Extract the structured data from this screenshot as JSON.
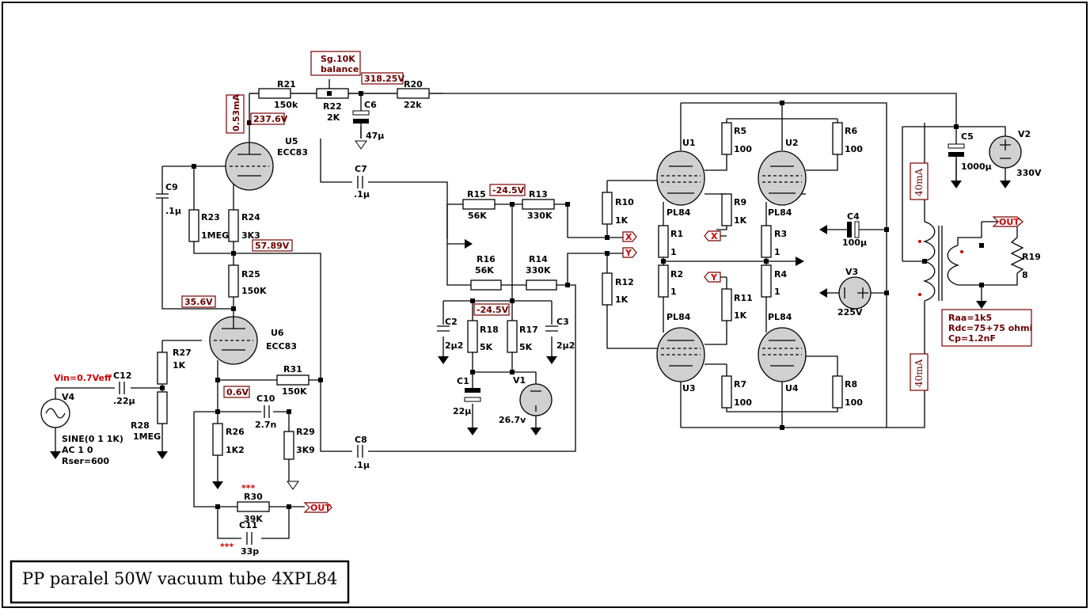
{
  "title": "PP paralel 50W   vacuum tube 4XPL84",
  "voltages": {
    "v318": "318.25V",
    "v237": "237.6V",
    "i053": "0.53mA",
    "v5789": "57.89V",
    "v356": "35.6V",
    "v06": "0.6V",
    "vneg1": "-24.5V",
    "vneg2": "-24.5V",
    "vin": "Vin=0.7Veff"
  },
  "notes": {
    "balance1": "Sg.10K",
    "balance2": "balance",
    "raa": "Raa=1k5",
    "rdc": "Rdc=75+75 ohmi",
    "cp": "Cp=1.2nF",
    "i40a": "40mA",
    "i40b": "40mA",
    "stars1": "***",
    "stars2": "***"
  },
  "flags": {
    "out1": "OUT",
    "out2": "OUT",
    "x1": "X",
    "x2": "X",
    "y1": "Y",
    "y2": "Y"
  },
  "components": {
    "R21": {
      "name": "R21",
      "value": "150k"
    },
    "R22": {
      "name": "R22",
      "value": "2K"
    },
    "R20": {
      "name": "R20",
      "value": "22k"
    },
    "C6": {
      "name": "C6",
      "value": "47µ"
    },
    "C7": {
      "name": "C7",
      "value": ".1µ"
    },
    "C8": {
      "name": "C8",
      "value": ".1µ"
    },
    "C9": {
      "name": "C9",
      "value": ".1µ"
    },
    "C10": {
      "name": "C10",
      "value": "2.7n"
    },
    "C11": {
      "name": "C11",
      "value": "33p"
    },
    "C12": {
      "name": "C12",
      "value": ".22µ"
    },
    "C1": {
      "name": "C1",
      "value": "22µ"
    },
    "C2": {
      "name": "C2",
      "value": "2µ2"
    },
    "C3": {
      "name": "C3",
      "value": "2µ2"
    },
    "C4": {
      "name": "C4",
      "value": "100µ"
    },
    "C5": {
      "name": "C5",
      "value": "1000µ"
    },
    "U5": {
      "name": "U5",
      "value": "ECC83"
    },
    "U6": {
      "name": "U6",
      "value": "ECC83"
    },
    "U1": {
      "name": "U1",
      "value": "PL84"
    },
    "U2": {
      "name": "U2",
      "value": "PL84"
    },
    "U3": {
      "name": "U3",
      "value": "PL84"
    },
    "U4": {
      "name": "U4",
      "value": "PL84"
    },
    "R23": {
      "name": "R23",
      "value": "1MEG"
    },
    "R24": {
      "name": "R24",
      "value": "3K3"
    },
    "R25": {
      "name": "R25",
      "value": "150K"
    },
    "R26": {
      "name": "R26",
      "value": "1K2"
    },
    "R27": {
      "name": "R27",
      "value": "1K"
    },
    "R28": {
      "name": "R28",
      "value": "1MEG"
    },
    "R29": {
      "name": "R29",
      "value": "3K9"
    },
    "R30": {
      "name": "R30",
      "value": "39K"
    },
    "R31": {
      "name": "R31",
      "value": "150K"
    },
    "R15": {
      "name": "R15",
      "value": "56K"
    },
    "R13": {
      "name": "R13",
      "value": "330K"
    },
    "R16": {
      "name": "R16",
      "value": "56K"
    },
    "R14": {
      "name": "R14",
      "value": "330K"
    },
    "R17": {
      "name": "R17",
      "value": "5K"
    },
    "R18": {
      "name": "R18",
      "value": "5K"
    },
    "R10": {
      "name": "R10",
      "value": "1K"
    },
    "R12": {
      "name": "R12",
      "value": "1K"
    },
    "R1": {
      "name": "R1",
      "value": "1"
    },
    "R2": {
      "name": "R2",
      "value": "1"
    },
    "R3": {
      "name": "R3",
      "value": "1"
    },
    "R4": {
      "name": "R4",
      "value": "1"
    },
    "R5": {
      "name": "R5",
      "value": "100"
    },
    "R6": {
      "name": "R6",
      "value": "100"
    },
    "R7": {
      "name": "R7",
      "value": "100"
    },
    "R8": {
      "name": "R8",
      "value": "100"
    },
    "R9": {
      "name": "R9",
      "value": "1K"
    },
    "R11": {
      "name": "R11",
      "value": "1K"
    },
    "R19": {
      "name": "R19",
      "value": "8"
    },
    "V1": {
      "name": "V1",
      "value": "26.7v"
    },
    "V2": {
      "name": "V2",
      "value": "330V"
    },
    "V3": {
      "name": "V3",
      "value": "225V"
    },
    "V4": {
      "name": "V4",
      "value": "SINE(0 1 1K)",
      "line2": "AC 1 0",
      "line3": "Rser=600"
    }
  }
}
